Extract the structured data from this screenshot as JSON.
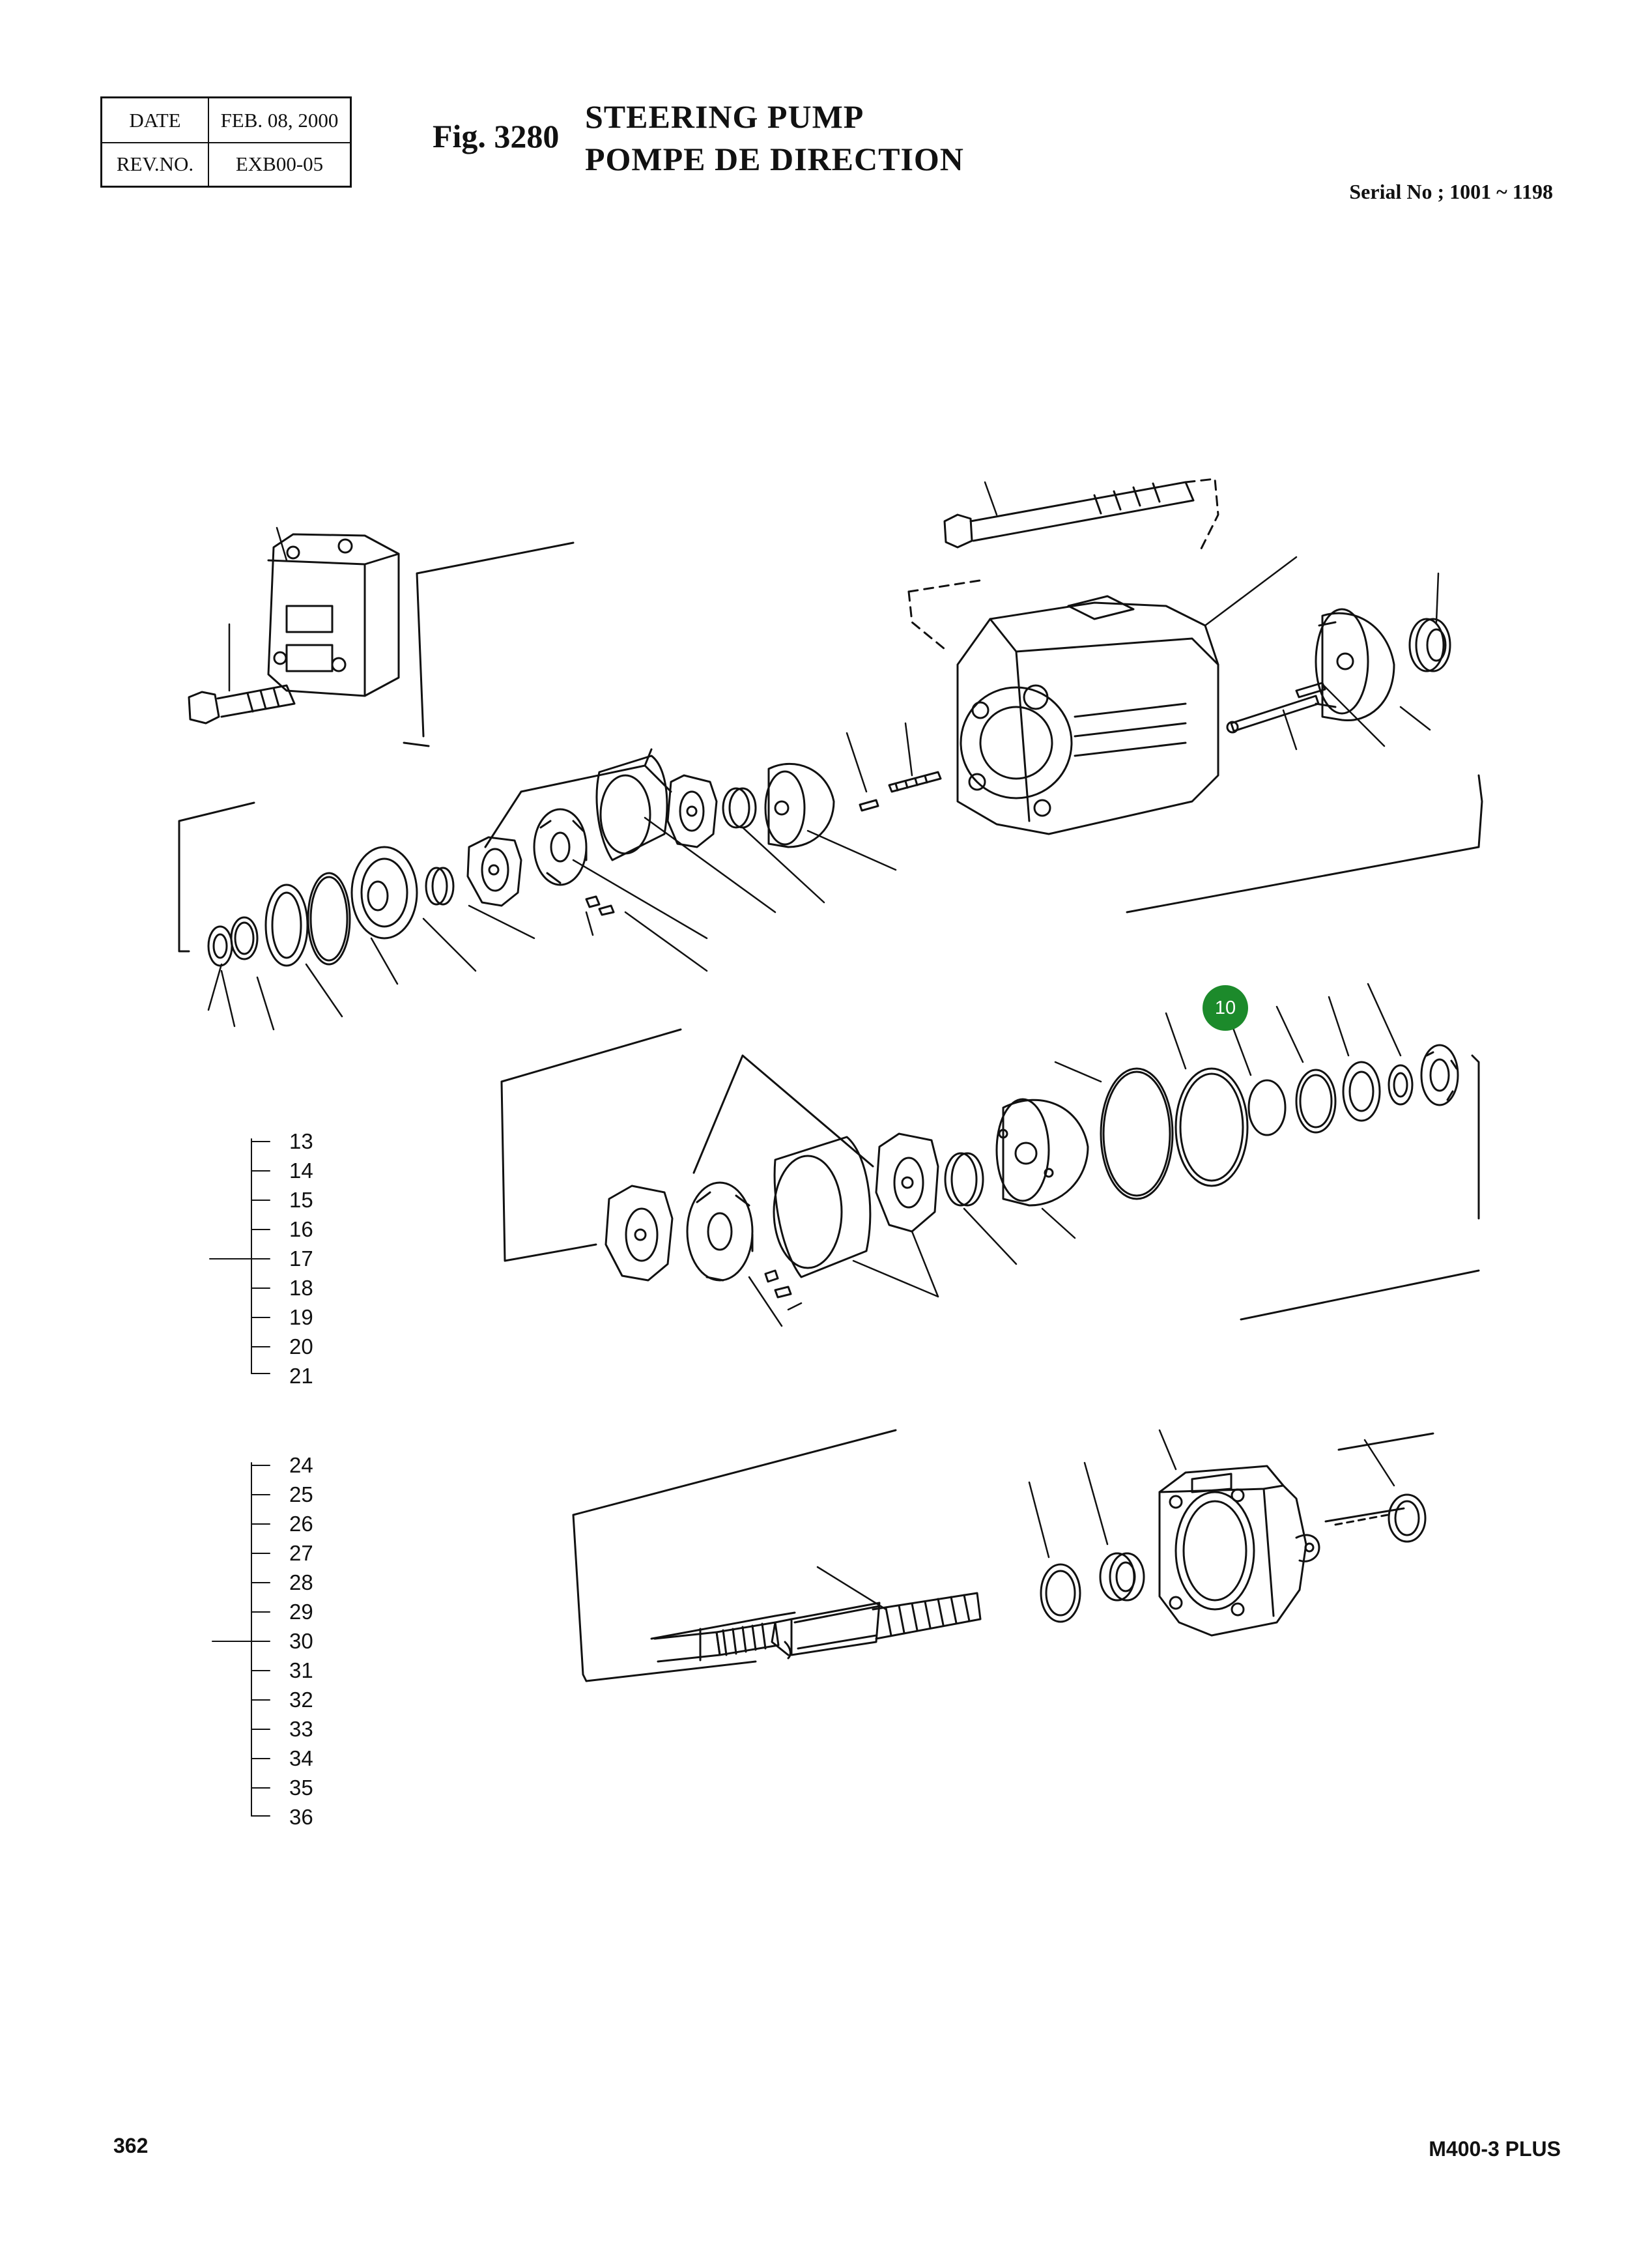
{
  "header": {
    "date_label": "DATE",
    "date_value": "FEB. 08, 2000",
    "rev_label": "REV.NO.",
    "rev_value": "EXB00-05",
    "fig_number": "Fig. 3280",
    "title_en": "STEERING PUMP",
    "title_fr": "POMPE DE DIRECTION",
    "serial": "Serial No ; 1001 ~ 1198"
  },
  "callout": {
    "label": "10",
    "color": "#1c8a2b"
  },
  "index_group_1": [
    "13",
    "14",
    "15",
    "16",
    "17",
    "18",
    "19",
    "20",
    "21"
  ],
  "index_group_2": [
    "24",
    "25",
    "26",
    "27",
    "28",
    "29",
    "30",
    "31",
    "32",
    "33",
    "34",
    "35",
    "36"
  ],
  "footer": {
    "page_number": "362",
    "model": "M400-3 PLUS"
  }
}
